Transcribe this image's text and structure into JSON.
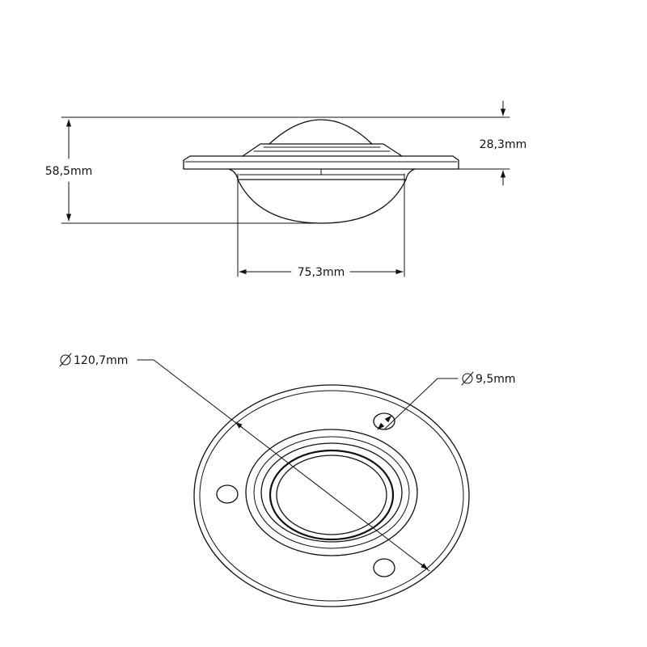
{
  "dimensions": {
    "overall_height": "58,5mm",
    "flange_height": "28,3mm",
    "ball_width": "75,3mm",
    "outer_diameter": "120,7mm",
    "hole_diameter": "9,5mm"
  },
  "symbols": {
    "diameter_symbol": "diameter-icon"
  },
  "colors": {
    "stroke": "#111111",
    "background": "#ffffff"
  }
}
